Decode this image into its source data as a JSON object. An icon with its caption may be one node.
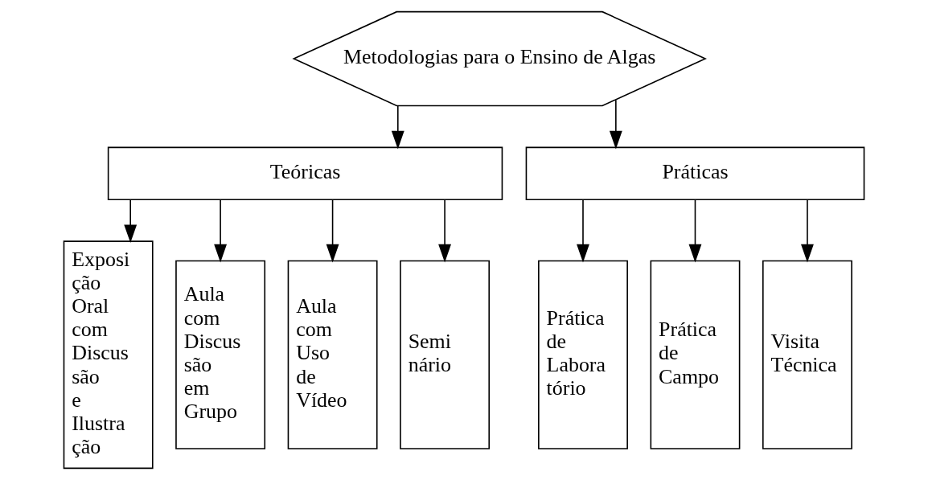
{
  "diagram": {
    "nodes": [
      {
        "text": [
          "Metodologias para o Ensino de Algas"
        ]
      },
      {
        "text": [
          "Teóricas"
        ]
      },
      {
        "text": [
          "Práticas"
        ]
      },
      {
        "text": [
          "Exposi ção Oral com Discus são e Ilustra ção"
        ]
      },
      {
        "text": [
          "Aula com Discus são em Grupo"
        ]
      },
      {
        "text": [
          "Aula com Uso de Vídeo"
        ]
      },
      {
        "text": [
          "Semi nário"
        ]
      },
      {
        "text": [
          "Prática de Labora tório"
        ]
      },
      {
        "text": [
          "Prática de Campo"
        ]
      },
      {
        "text": [
          "Visita Técnica"
        ]
      }
    ],
    "edges": [
      {
        "from": 0,
        "to": 1,
        "arrow": "to"
      },
      {
        "from": 0,
        "to": 2,
        "arrow": "to"
      },
      {
        "from": 1,
        "to": 3,
        "arrow": "to"
      },
      {
        "from": 1,
        "to": 4,
        "arrow": "to"
      },
      {
        "from": 1,
        "to": 5,
        "arrow": "to"
      },
      {
        "from": 1,
        "to": 6,
        "arrow": "to"
      },
      {
        "from": 2,
        "to": 7,
        "arrow": "to"
      },
      {
        "from": 2,
        "to": 8,
        "arrow": "to"
      },
      {
        "from": 2,
        "to": 9,
        "arrow": "to"
      }
    ]
  }
}
